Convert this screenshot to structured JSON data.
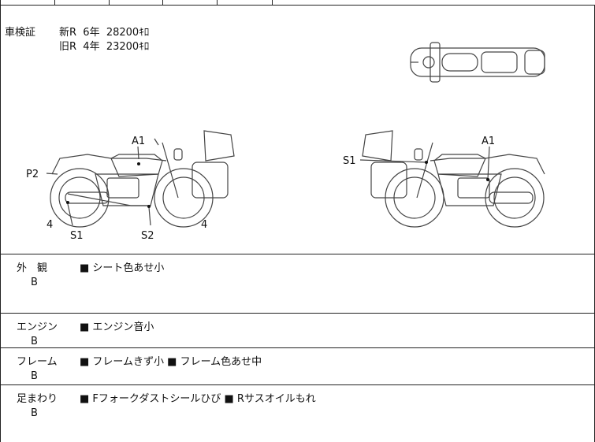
{
  "inspection": {
    "label": "車検証",
    "new_line": "新R  6年  28200ｷﾛ",
    "old_line": "旧R  4年  23200ｷﾛ"
  },
  "diagram_labels": {
    "left_a1": "A1",
    "left_p2": "P2",
    "left_s1": "S1",
    "left_s2": "S2",
    "left_4a": "4",
    "left_4b": "4",
    "right_a1": "A1",
    "right_s1": "S1"
  },
  "rows": [
    {
      "category": "外　観",
      "grade": "B",
      "notes": "■ シート色あせ小"
    },
    {
      "category": "エンジン",
      "grade": "B",
      "notes": "■ エンジン音小"
    },
    {
      "category": "フレーム",
      "grade": "B",
      "notes": "■ フレームきず小 ■ フレーム色あせ中"
    },
    {
      "category": "足まわり",
      "grade": "B",
      "notes": "■ Fフォークダストシールひび ■ Rサスオイルもれ"
    }
  ]
}
